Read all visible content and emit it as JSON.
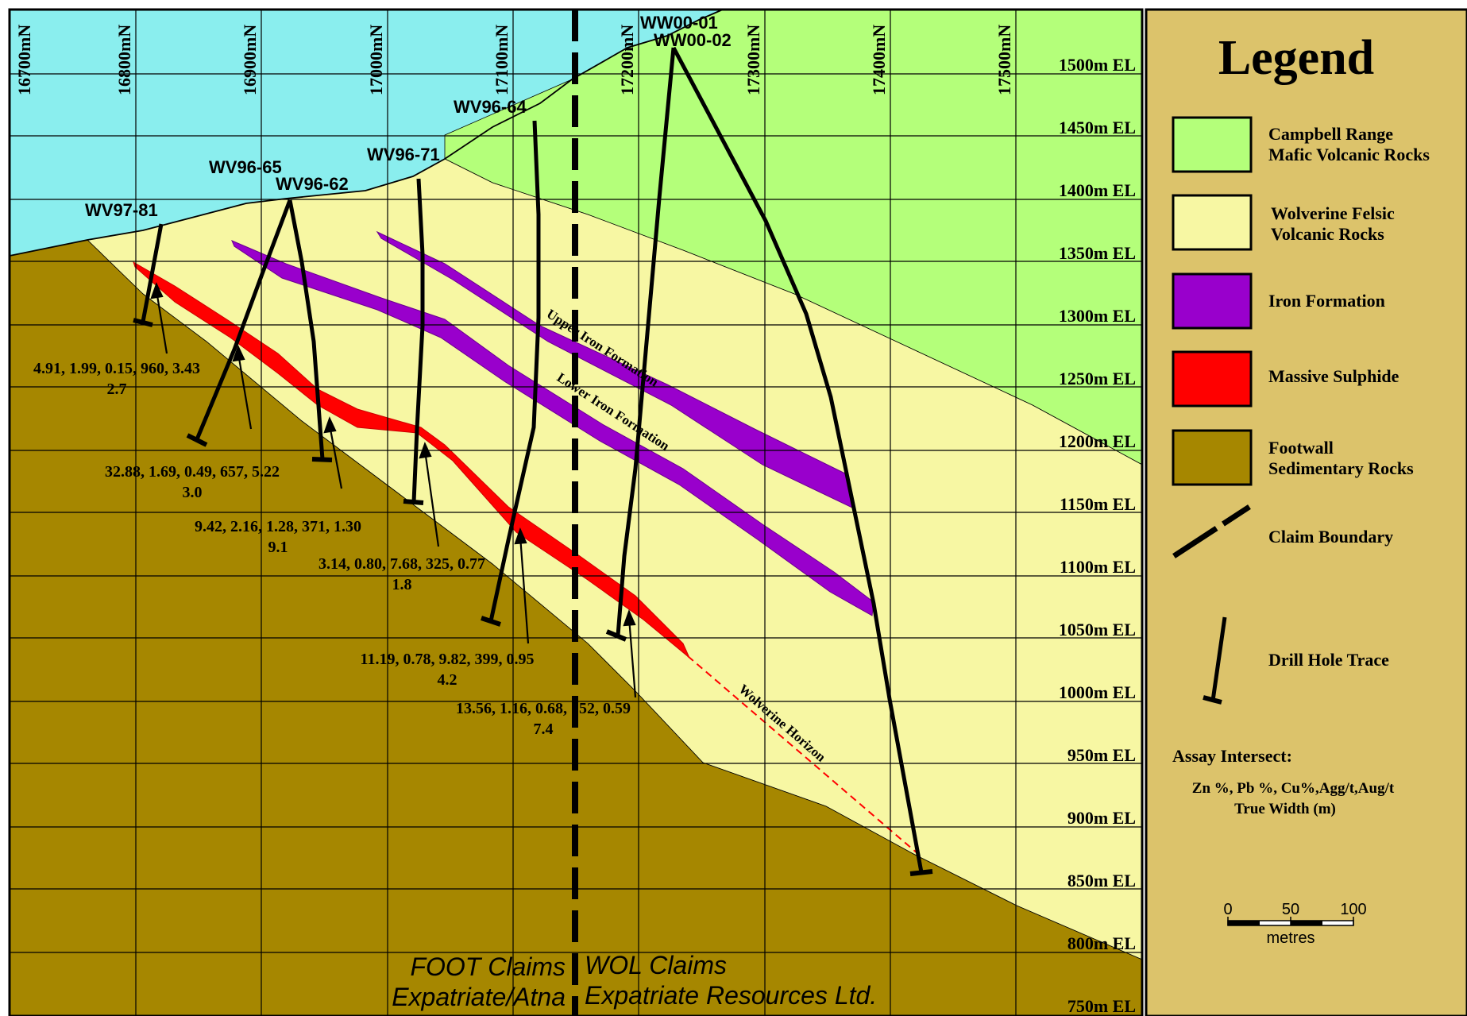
{
  "section": {
    "northing_labels": [
      "16700mN",
      "16800mN",
      "16900mN",
      "17000mN",
      "17100mN",
      "17200mN",
      "17300mN",
      "17400mN",
      "17500mN"
    ],
    "elevation_labels": [
      "1500m EL",
      "1450m EL",
      "1400m EL",
      "1350m EL",
      "1300m EL",
      "1250m EL",
      "1200m EL",
      "1150m EL",
      "1100m EL",
      "1050m EL",
      "1000m EL",
      "950m EL",
      "900m EL",
      "850m EL",
      "800m EL",
      "750m EL"
    ],
    "drill_holes": [
      {
        "name": "WV97-81"
      },
      {
        "name": "WV96-65"
      },
      {
        "name": "WV96-62"
      },
      {
        "name": "WV96-71"
      },
      {
        "name": "WV96-64"
      },
      {
        "name": "WW00-01"
      },
      {
        "name": "WW00-02"
      }
    ],
    "assays": [
      {
        "values": "4.91, 1.99, 0.15, 960, 3.43",
        "width": "2.7"
      },
      {
        "values": "32.88, 1.69, 0.49, 657, 5.22",
        "width": "3.0"
      },
      {
        "values": "9.42, 2.16, 1.28, 371, 1.30",
        "width": "9.1"
      },
      {
        "values": "3.14, 0.80, 7.68, 325, 0.77",
        "width": "1.8"
      },
      {
        "values": "11.19, 0.78, 9.82, 399, 0.95",
        "width": "4.2"
      },
      {
        "values": "13.56, 1.16, 0.68, 152, 0.59",
        "width": "7.4"
      }
    ],
    "unit_labels": {
      "upper_iron": "Upper Iron Formation",
      "lower_iron": "Lower Iron Formation",
      "wolverine_horizon": "Wolverine Horizon"
    },
    "claims": {
      "left_name": "FOOT Claims",
      "left_owner": "Expatriate/Atna",
      "right_name": "WOL Claims",
      "right_owner": "Expatriate Resources Ltd."
    }
  },
  "legend": {
    "title": "Legend",
    "items": [
      {
        "line1": "Campbell Range",
        "line2": "Mafic Volcanic Rocks",
        "color": "#b4ff7a"
      },
      {
        "line1": "Wolverine Felsic",
        "line2": "Volcanic Rocks",
        "color": "#f7f7a3"
      },
      {
        "line1": "Iron Formation",
        "line2": "",
        "color": "#9900cc"
      },
      {
        "line1": "Massive Sulphide",
        "line2": "",
        "color": "#ff0000"
      },
      {
        "line1": "Footwall",
        "line2": "Sedimentary Rocks",
        "color": "#a68700"
      }
    ],
    "claim_boundary": "Claim Boundary",
    "drill_hole_trace": "Drill Hole Trace",
    "assay_heading": "Assay Intersect:",
    "assay_format": "Zn %, Pb %, Cu%,Agg/t,Aug/t",
    "assay_width": "True Width (m)",
    "scale_ticks": [
      "0",
      "50",
      "100"
    ],
    "scale_unit": "metres"
  },
  "colors": {
    "sky": "#8aeeee",
    "mafic": "#b4ff7a",
    "felsic": "#f7f7a3",
    "iron": "#9900cc",
    "sulphide": "#ff0000",
    "footwall": "#a68700",
    "legend_bg": "#dcc36b"
  }
}
